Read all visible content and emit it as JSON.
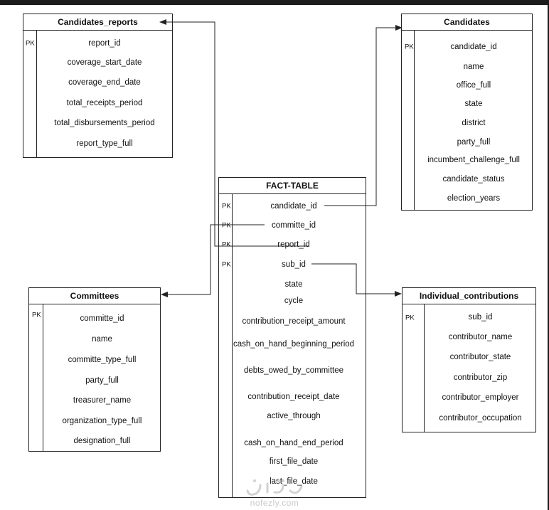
{
  "entities": {
    "candidates_reports": {
      "title": "Candidates_reports",
      "pk": "PK",
      "fields": [
        "report_id",
        "coverage_start_date",
        "coverage_end_date",
        "total_receipts_period",
        "total_disbursements_period",
        "report_type_full"
      ]
    },
    "candidates": {
      "title": "Candidates",
      "pk": "PK",
      "fields": [
        "candidate_id",
        "name",
        "office_full",
        "state",
        "district",
        "party_full",
        "incumbent_challenge_full",
        "candidate_status",
        "election_years"
      ]
    },
    "fact_table": {
      "title": "FACT-TABLE",
      "pk_labels": [
        "PK",
        "PK",
        "PK",
        "PK"
      ],
      "fields": [
        "candidate_id",
        "committe_id",
        "report_id",
        "sub_id",
        "state",
        "cycle",
        "contribution_receipt_amount",
        "cash_on_hand_beginning_period",
        "debts_owed_by_committee",
        "contribution_receipt_date",
        "active_through",
        "cash_on_hand_end_period",
        "first_file_date",
        "last_file_date"
      ]
    },
    "committees": {
      "title": "Committees",
      "pk": "PK",
      "fields": [
        "committe_id",
        "name",
        "committe_type_full",
        "party_full",
        "treasurer_name",
        "organization_type_full",
        "designation_full"
      ]
    },
    "individual_contributions": {
      "title": "Individual_contributions",
      "pk": "PK",
      "fields": [
        "sub_id",
        "contributor_name",
        "contributor_state",
        "contributor_zip",
        "contributor_employer",
        "contributor_occupation"
      ]
    }
  },
  "colors": {
    "line": "#222222",
    "background": "#ffffff"
  },
  "watermark": {
    "text": "nofezly.com"
  }
}
